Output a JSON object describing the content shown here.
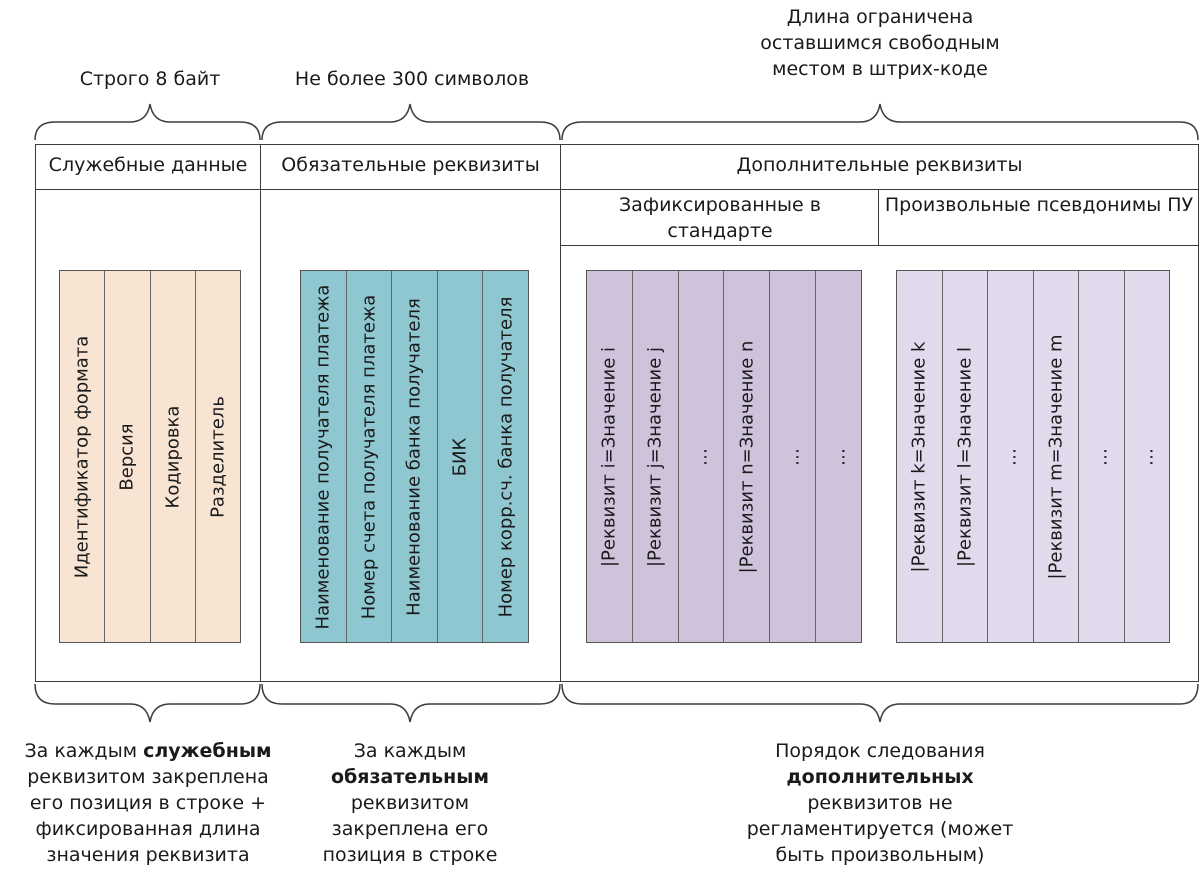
{
  "top_labels": {
    "service_size": "Строго 8 байт",
    "mandatory_size": "Не более 300 символов",
    "optional_size": "Длина ограничена оставшимся свободным местом в штрих-коде"
  },
  "sections": {
    "service": {
      "title": "Служебные данные",
      "fields": [
        "Идентификатор формата",
        "Версия",
        "Кодировка",
        "Разделитель"
      ]
    },
    "mandatory": {
      "title": "Обязательные реквизиты",
      "fields": [
        "Наименование получателя платежа",
        "Номер счета получателя платежа",
        "Наименование банка получателя",
        "БИК",
        "Номер корр.сч. банка получателя"
      ]
    },
    "optional": {
      "title": "Дополнительные реквизиты",
      "fixed": {
        "title": "Зафиксированные в стандарте",
        "fields": [
          "|Реквизит i=Значение i",
          "|Реквизит j=Значение j",
          "…",
          "|Реквизит n=Значение n",
          "…",
          "…"
        ]
      },
      "custom": {
        "title": "Произвольные псевдонимы ПУ",
        "fields": [
          "|Реквизит k=Значение k",
          "|Реквизит l=Значение l",
          "…",
          "|Реквизит m=Значение m",
          "…",
          "…"
        ]
      }
    }
  },
  "bottom_notes": {
    "service": {
      "pre": "За каждым ",
      "bold": "служебным",
      "post": " реквизитом закреплена его позиция в строке + фиксированная длина значения реквизита"
    },
    "mandatory": {
      "pre": "За каждым ",
      "bold": "обязательным",
      "post": " реквизитом закреплена его позиция в строке"
    },
    "optional": {
      "pre": "Порядок следования ",
      "bold": "дополнительных",
      "post": " реквизитов не регламентируется (может быть произвольным)"
    }
  }
}
